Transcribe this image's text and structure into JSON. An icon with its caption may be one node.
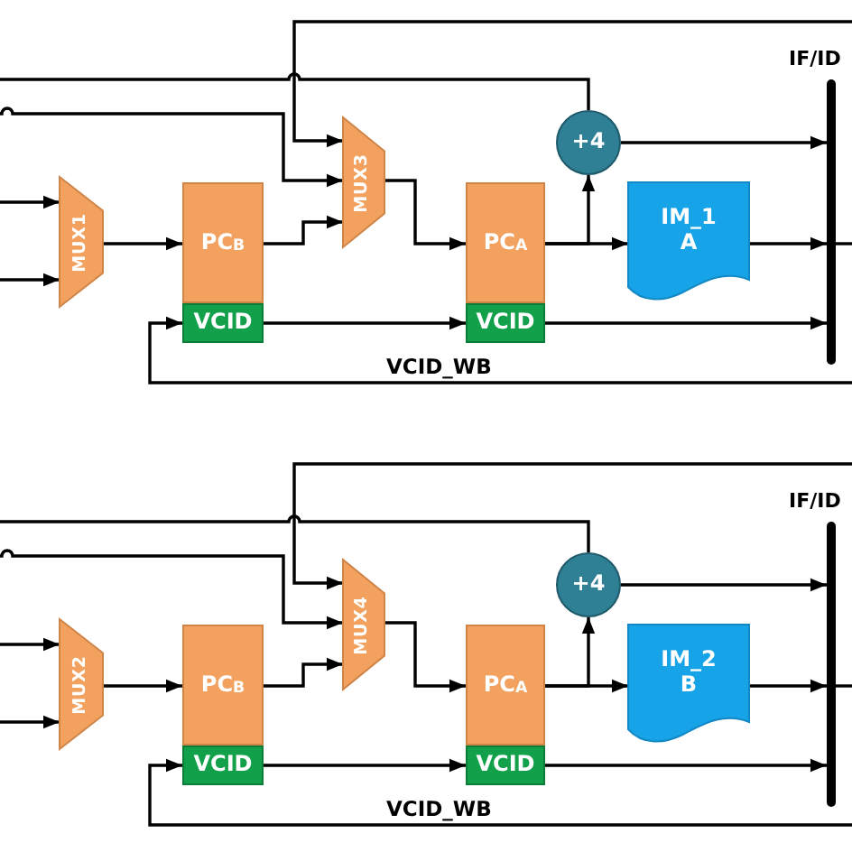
{
  "diagram": {
    "nodes": [
      {
        "text": [
          "MUX1"
        ]
      },
      {
        "text": [
          "PC$_{B}$"
        ]
      },
      {
        "text": [
          "VCID"
        ]
      },
      {
        "text": [
          "MUX3"
        ]
      },
      {
        "text": [
          "PC$_{A}$"
        ]
      },
      {
        "text": [
          "VCID"
        ]
      },
      {
        "text": [
          "+4"
        ]
      },
      {
        "text": [
          "IM_1 A"
        ]
      },
      {
        "text": [],
        "shape": "bar",
        "beside": [
          "IF/ID"
        ]
      },
      {
        "text": [
          "MUX2"
        ]
      },
      {
        "text": [
          "PC$_{B}$"
        ]
      },
      {
        "text": [
          "VCID"
        ]
      },
      {
        "text": [
          "MUX4"
        ]
      },
      {
        "text": [
          "PC$_{A}$"
        ]
      },
      {
        "text": [
          "VCID"
        ]
      },
      {
        "text": [
          "+4"
        ]
      },
      {
        "text": [
          "IM_2 B"
        ]
      },
      {
        "text": [],
        "shape": "bar",
        "beside": [
          "IF/ID"
        ]
      }
    ],
    "edges": [
      {
        "from": null,
        "to": 0,
        "arrow": "to"
      },
      {
        "from": null,
        "to": 0,
        "arrow": "to"
      },
      {
        "from": 0,
        "to": 1,
        "arrow": "to"
      },
      {
        "from": 1,
        "to": 3,
        "arrow": "to"
      },
      {
        "from": null,
        "to": 3,
        "arrow": "to"
      },
      {
        "from": null,
        "to": 3,
        "arrow": "to"
      },
      {
        "from": 3,
        "to": 4,
        "arrow": "to"
      },
      {
        "from": 4,
        "to": 6,
        "arrow": "to"
      },
      {
        "from": 4,
        "to": 7,
        "arrow": "to"
      },
      {
        "from": 6,
        "to": null,
        "arrow": "none"
      },
      {
        "from": 6,
        "to": 8,
        "arrow": "to"
      },
      {
        "from": 7,
        "to": 8,
        "arrow": "to"
      },
      {
        "from": 8,
        "to": null,
        "arrow": "none"
      },
      {
        "from": 2,
        "to": 5,
        "arrow": "to"
      },
      {
        "from": 5,
        "to": 8,
        "arrow": "to"
      },
      {
        "from": null,
        "to": 2,
        "arrow": "to",
        "label": "VCID_WB"
      },
      {
        "from": null,
        "to": 9,
        "arrow": "to"
      },
      {
        "from": null,
        "to": 9,
        "arrow": "to"
      },
      {
        "from": 9,
        "to": 10,
        "arrow": "to"
      },
      {
        "from": 10,
        "to": 12,
        "arrow": "to"
      },
      {
        "from": null,
        "to": 12,
        "arrow": "to"
      },
      {
        "from": null,
        "to": 12,
        "arrow": "to"
      },
      {
        "from": 12,
        "to": 13,
        "arrow": "to"
      },
      {
        "from": 13,
        "to": 15,
        "arrow": "to"
      },
      {
        "from": 13,
        "to": 16,
        "arrow": "to"
      },
      {
        "from": 15,
        "to": null,
        "arrow": "none"
      },
      {
        "from": 15,
        "to": 17,
        "arrow": "to"
      },
      {
        "from": 16,
        "to": 17,
        "arrow": "to"
      },
      {
        "from": 17,
        "to": null,
        "arrow": "none"
      },
      {
        "from": 11,
        "to": 14,
        "arrow": "to"
      },
      {
        "from": 14,
        "to": 17,
        "arrow": "to"
      },
      {
        "from": null,
        "to": 11,
        "arrow": "to",
        "label": "VCID_WB"
      }
    ]
  }
}
